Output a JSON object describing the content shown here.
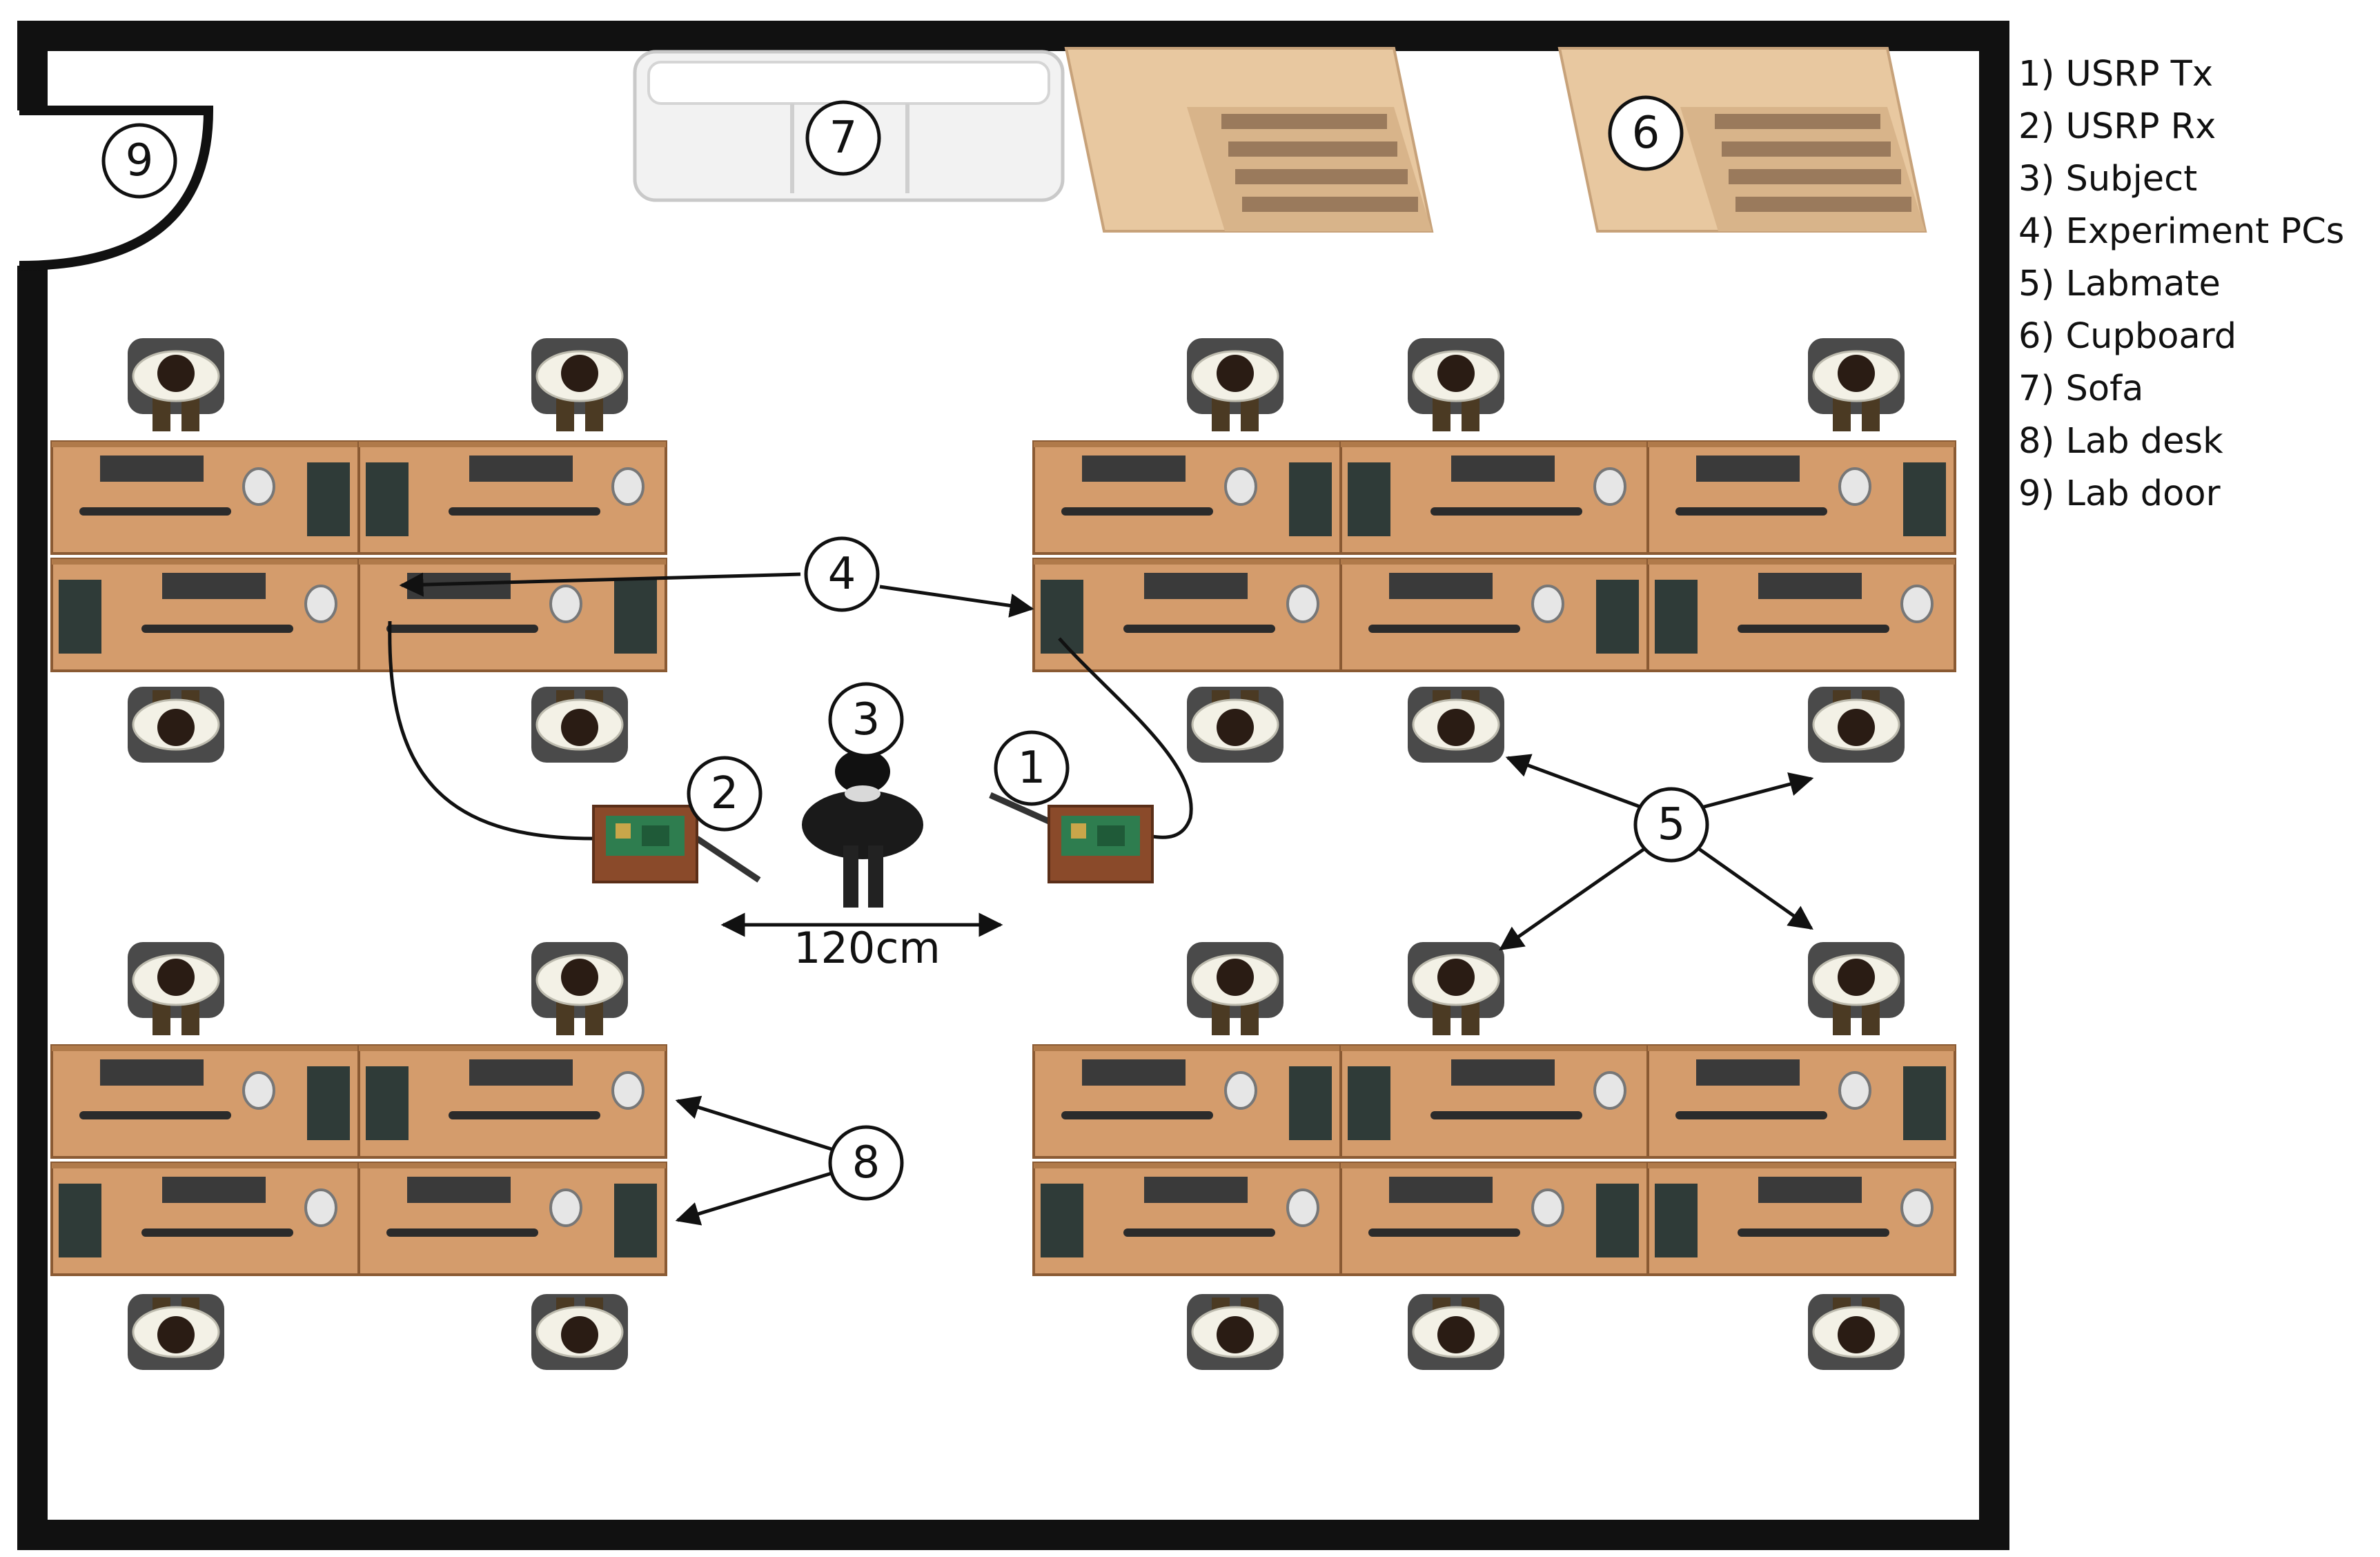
{
  "legend": [
    {
      "number": "1",
      "label": "1) USRP Tx"
    },
    {
      "number": "2",
      "label": "2) USRP Rx"
    },
    {
      "number": "3",
      "label": "3) Subject"
    },
    {
      "number": "4",
      "label": "4) Experiment PCs"
    },
    {
      "number": "5",
      "label": "5) Labmate"
    },
    {
      "number": "6",
      "label": "6) Cupboard"
    },
    {
      "number": "7",
      "label": "7) Sofa"
    },
    {
      "number": "8",
      "label": "8) Lab desk"
    },
    {
      "number": "9",
      "label": "9) Lab door"
    }
  ],
  "callouts": [
    "1",
    "2",
    "3",
    "4",
    "5",
    "6",
    "7",
    "8",
    "9"
  ],
  "distance_label": "120cm",
  "colors": {
    "wall": "#111111",
    "desk": "#d49c6c",
    "desk_edge": "#8a5a33",
    "monitor": "#2f3b38",
    "cupboard": "#e8c8a0",
    "cupboard_shelf": "#9a7a5c",
    "sofa": "#f2f2f2",
    "person_shirt": "#f3f1e6",
    "person_hair": "#2a1c14",
    "person_pants": "#4b3a23",
    "chair": "#4a4a4a",
    "board_wood": "#8a4a2a",
    "board_pcb": "#2e7d4f",
    "subject": "#111111"
  }
}
